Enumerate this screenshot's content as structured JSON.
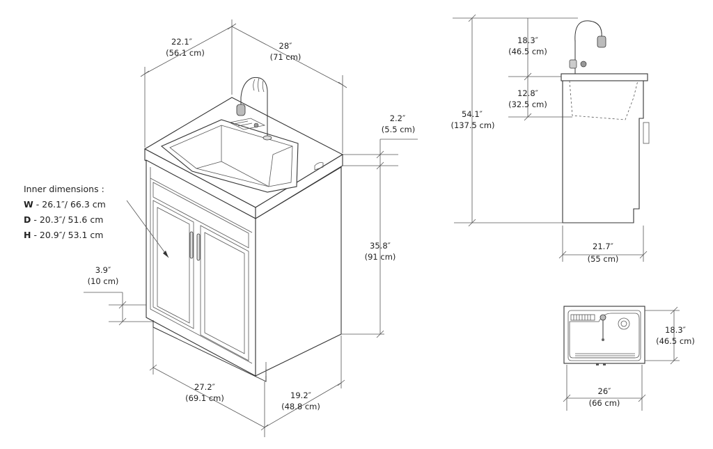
{
  "iso": {
    "depth_in": "22.1″",
    "depth_cm": "(56.1 cm)",
    "width_in": "28″",
    "width_cm": "(71 cm)",
    "rim_in": "2.2″",
    "rim_cm": "(5.5 cm)",
    "cab_h_in": "35.8″",
    "cab_h_cm": "(91 cm)",
    "toe_in": "3.9″",
    "toe_cm": "(10 cm)",
    "base_w_in": "27.2″",
    "base_w_cm": "(69.1 cm)",
    "base_d_in": "19.2″",
    "base_d_cm": "(48.8 cm)"
  },
  "inner": {
    "title": "Inner dimensions  :",
    "w_key": "W",
    "w_val": " - 26.1″/ 66.3 cm",
    "d_key": "D",
    "d_val": " - 20.3″/ 51.6 cm",
    "h_key": "H",
    "h_val": " - 20.9″/ 53.1 cm"
  },
  "side": {
    "faucet_in": "18.3″",
    "faucet_cm": "(46.5 cm)",
    "basin_in": "12.8″",
    "basin_cm": "(32.5 cm)",
    "total_in": "54.1″",
    "total_cm": "(137.5 cm)",
    "depth_in": "21.7″",
    "depth_cm": "(55 cm)"
  },
  "top": {
    "depth_in": "18.3″",
    "depth_cm": "(46.5 cm)",
    "width_in": "26″",
    "width_cm": "(66 cm)"
  }
}
